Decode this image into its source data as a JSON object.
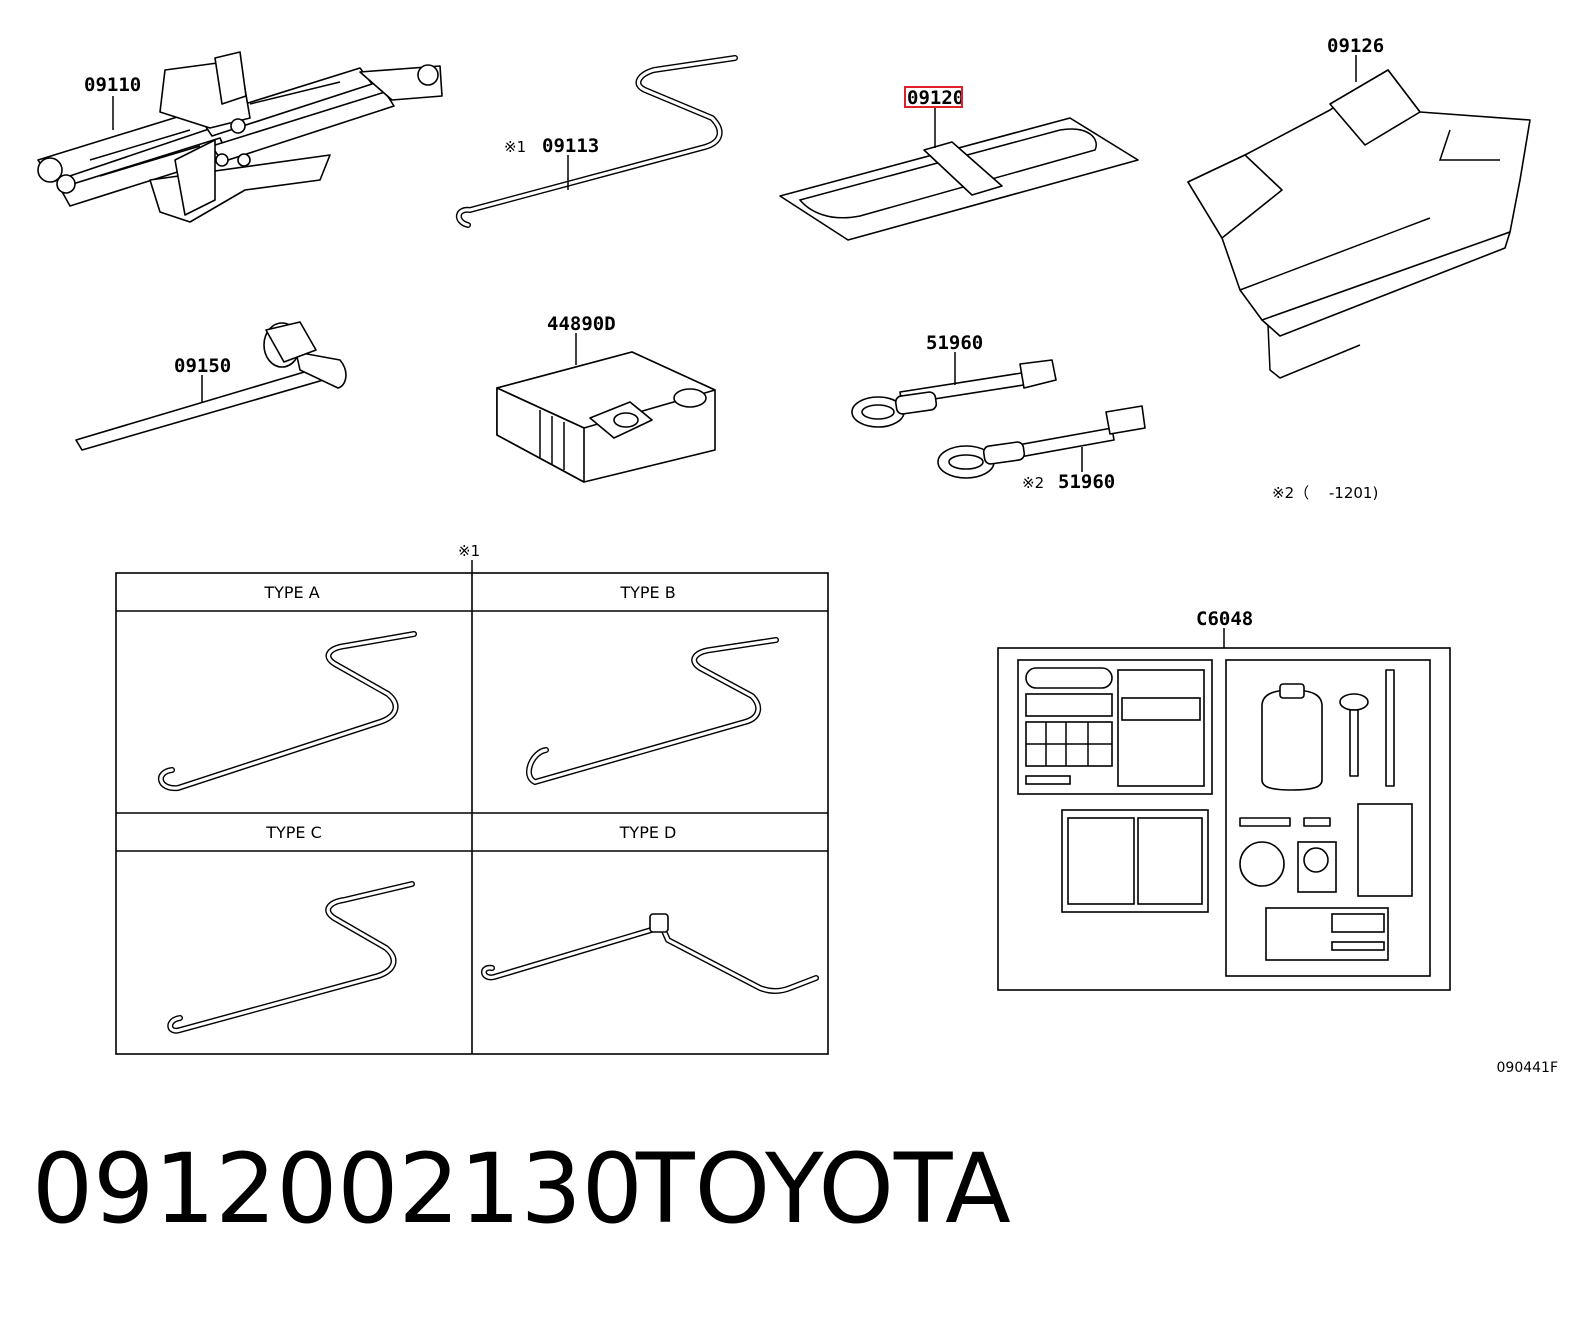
{
  "callouts": {
    "jack": "09110",
    "handle": "09113",
    "handle_mark": "※1",
    "tool_bag": "09120",
    "tray": "09126",
    "wrench": "09150",
    "compressor": "44890D",
    "hook_1": "51960",
    "hook_2": "51960",
    "hook_2_mark": "※2",
    "kit": "C6048"
  },
  "notes": {
    "mark2_note": "※2（　 -1201)",
    "table_mark": "※1"
  },
  "types": {
    "a": "TYPE A",
    "b": "TYPE B",
    "c": "TYPE C",
    "d": "TYPE D"
  },
  "diagram_code": "090441F",
  "footer": {
    "part_number": "0912002130",
    "brand": "TOYOTA"
  },
  "highlight_color": "#e2202c"
}
